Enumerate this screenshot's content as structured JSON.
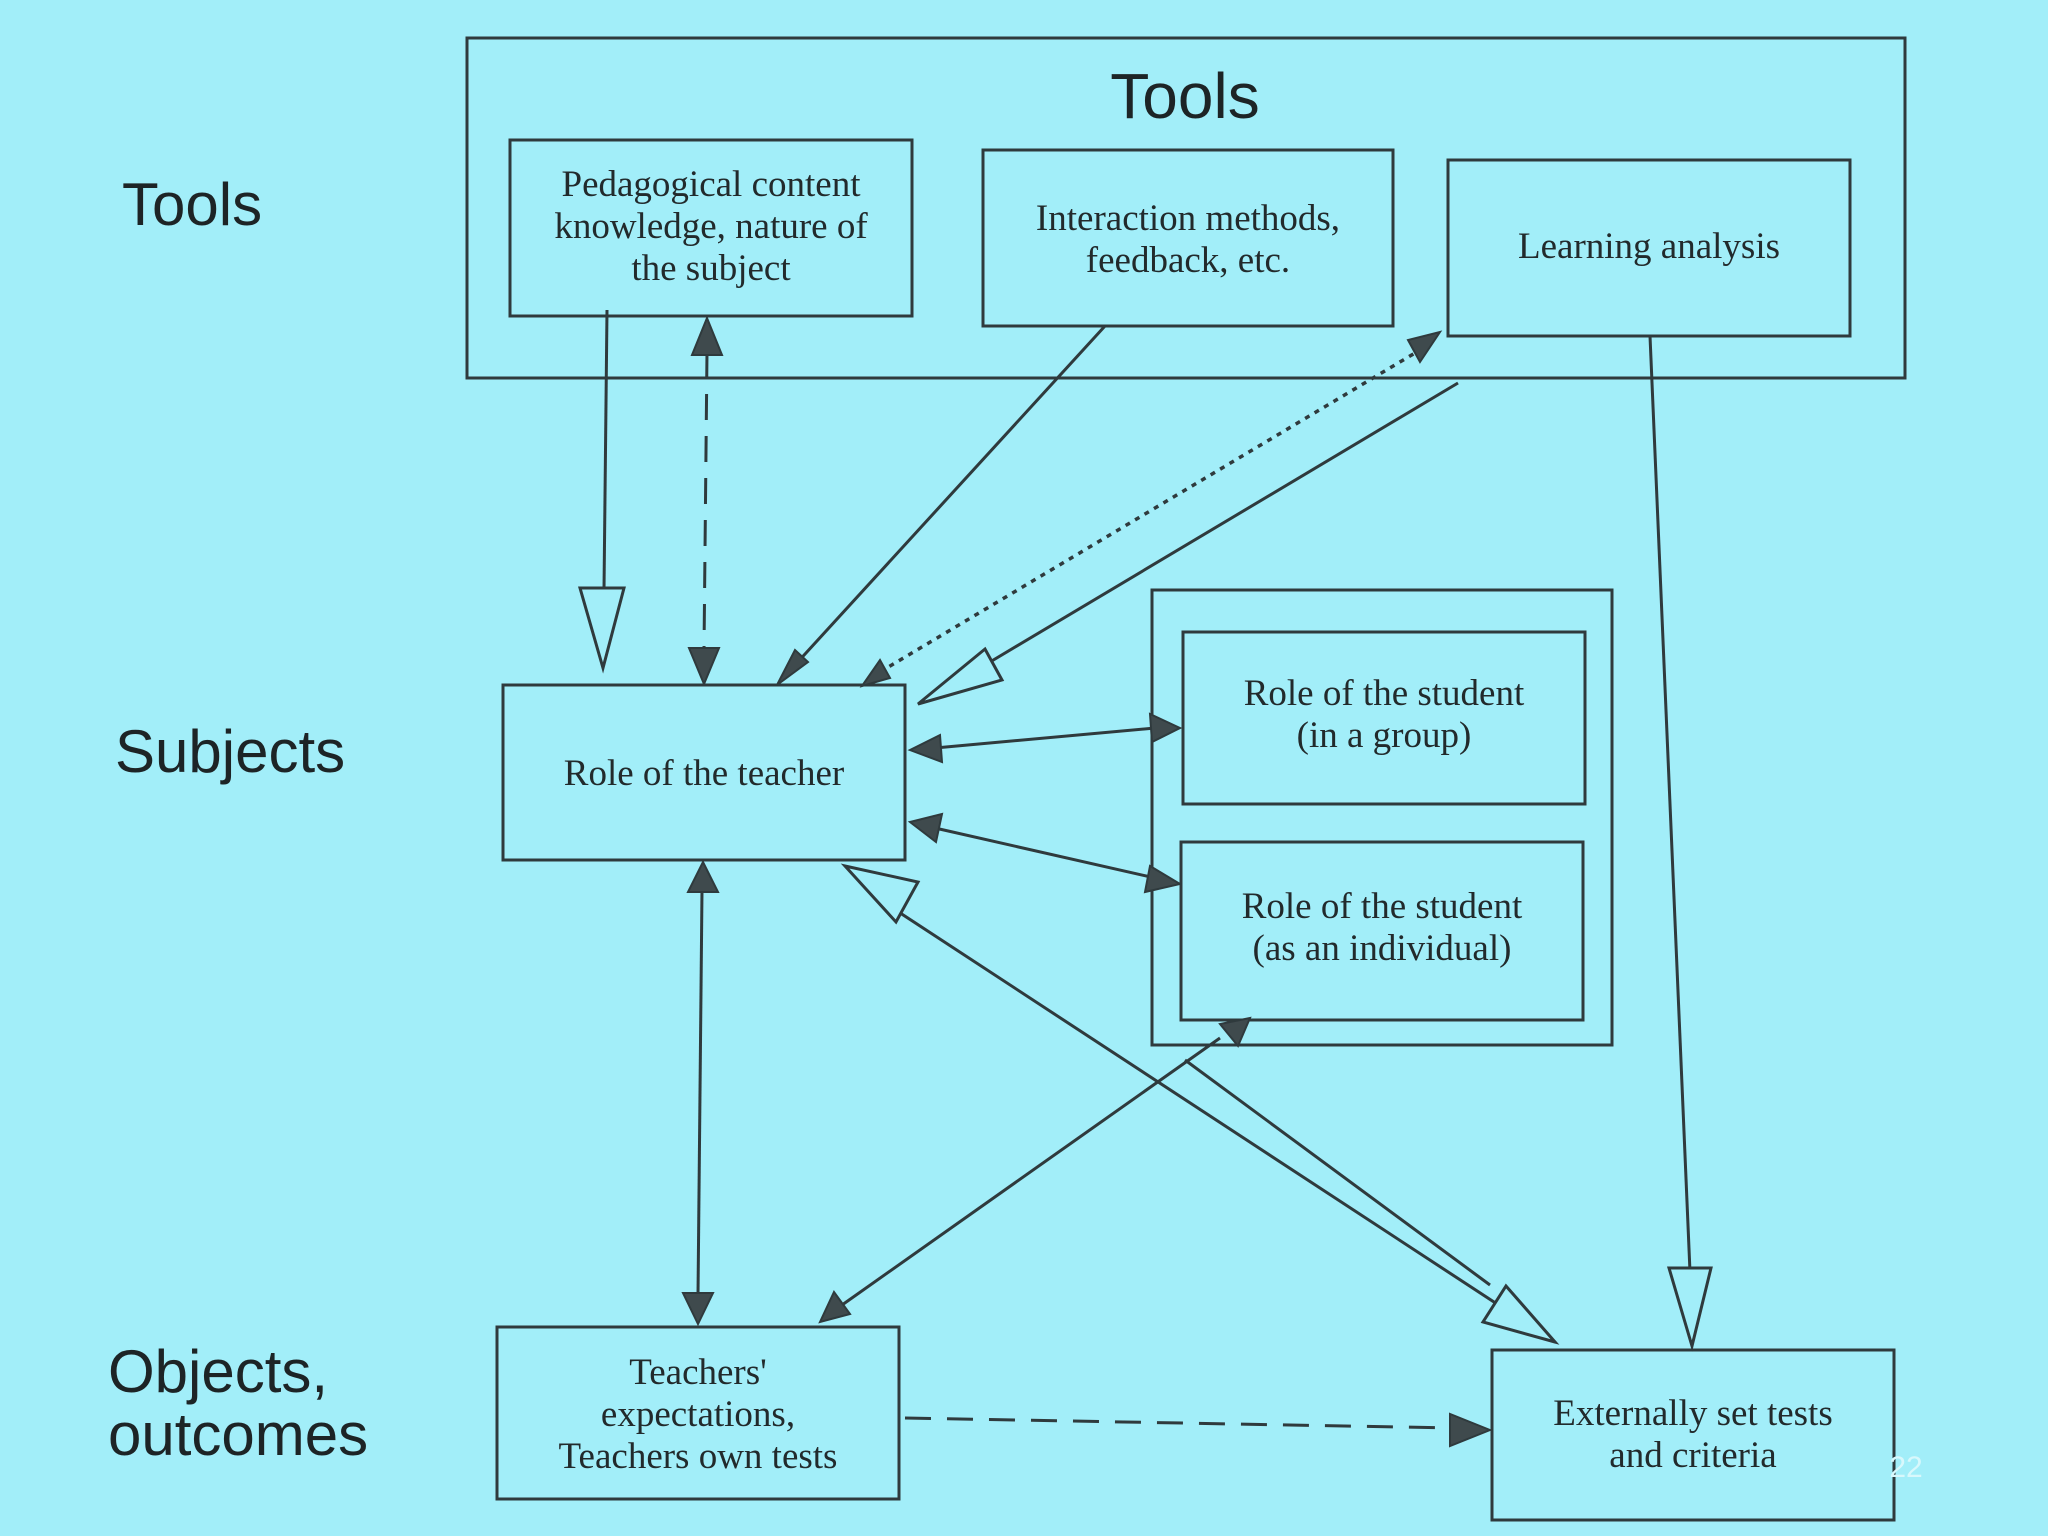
{
  "rows": {
    "tools": "Tools",
    "subjects": "Subjects",
    "objects": [
      "Objects,",
      "outcomes"
    ]
  },
  "tools_frame": {
    "title": "Tools"
  },
  "boxes": {
    "pedagogical": [
      "Pedagogical content",
      "knowledge, nature of",
      "the subject"
    ],
    "interaction": [
      "Interaction methods,",
      "feedback, etc."
    ],
    "learning": [
      "Learning analysis"
    ],
    "teacher": [
      "Role of the teacher"
    ],
    "student_group": [
      "Role of the student",
      "(in a group)"
    ],
    "student_individual": [
      "Role of the student",
      "(as an individual)"
    ],
    "teachers_tests": [
      "Teachers'",
      "expectations,",
      "Teachers own tests"
    ],
    "external_tests": [
      "Externally set tests",
      "and criteria"
    ]
  },
  "page_number": "22",
  "colors": {
    "background": "#a2eef9",
    "ink": "#2f3a3d"
  }
}
